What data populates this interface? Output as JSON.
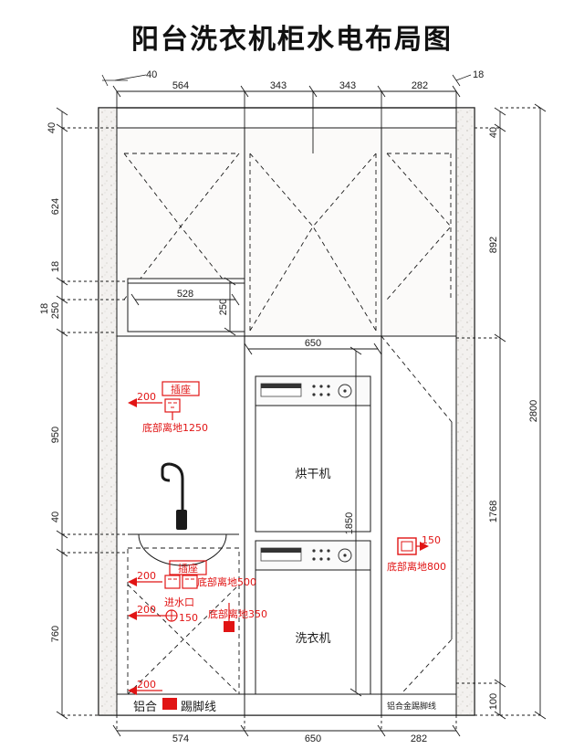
{
  "title": "阳台洗衣机柜水电布局图",
  "top_dims": [
    "40",
    "564",
    "343",
    "343",
    "282",
    "18"
  ],
  "left_dims": [
    "40",
    "624",
    "18",
    "250",
    "18",
    "950",
    "40",
    "760"
  ],
  "right_dims": [
    "40",
    "892",
    "2800",
    "1768",
    "100"
  ],
  "bottom_dims": [
    "574",
    "650",
    "282"
  ],
  "inner_dims": {
    "cabinet_small_width": "528",
    "cabinet_small_height": "250",
    "machine_width": "650",
    "machine_height": "1850"
  },
  "appliances": [
    {
      "name": "烘干机"
    },
    {
      "name": "洗衣机"
    }
  ],
  "skirting": {
    "left_label": "铝合",
    "left_label2": "踢脚线",
    "right_label": "铝合金踢脚线"
  },
  "annotations": [
    {
      "id": "socket-top",
      "arrow": "200",
      "box_label": "插座",
      "note": "底部离地1250"
    },
    {
      "id": "socket-mid",
      "arrow": "200",
      "box_label": "插座",
      "note": "底部离地500"
    },
    {
      "id": "water-inlet",
      "arrow": "200",
      "box_label": "进水口",
      "note": "底部离地350",
      "extra": "150"
    },
    {
      "id": "drain-right",
      "arrow": "150",
      "note": "底部离地800"
    },
    {
      "id": "bottom-left",
      "arrow": "200"
    }
  ],
  "colors": {
    "accent_red": "#e11414",
    "line": "#1a1a1a",
    "wall_fill": "#f2f0ee"
  }
}
